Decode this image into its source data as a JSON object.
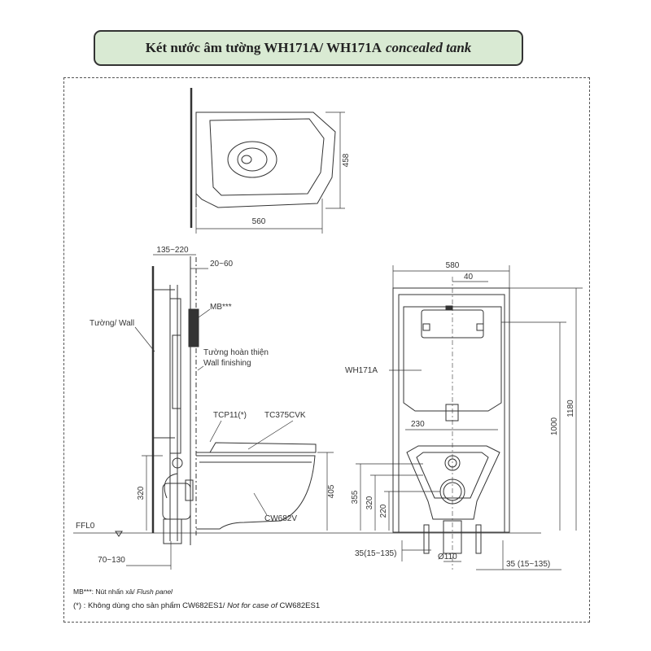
{
  "title": {
    "main": "Két nước âm tường WH171A/ WH171A",
    "italic": "concealed tank"
  },
  "dimensions": {
    "top_depth": "458",
    "top_width": "560",
    "side_range_top": "135~220",
    "side_gap": "20~60",
    "side_height_320": "320",
    "side_height_405": "405",
    "side_bottom": "70~130",
    "front_width": "580",
    "front_offset": "40",
    "front_230": "230",
    "front_1180": "1180",
    "front_1000": "1000",
    "front_355": "355",
    "front_320": "320",
    "front_220": "220",
    "front_bottom_left": "35(15~135)",
    "front_pipe": "Ø110",
    "front_bottom_right": "35 (15~135)"
  },
  "labels": {
    "mb": "MB***",
    "wall": "Tường/ Wall",
    "wall_finish_vn": "Tường hoàn thiện",
    "wall_finish_en": "Wall finishing",
    "tcp": "TCP11(*)",
    "tc": "TC375CVK",
    "cw": "CW682V",
    "ffl": "FFL0",
    "wh": "WH171A"
  },
  "footnotes": {
    "mb_note_vn": "MB***: Nút nhấn xả/",
    "mb_note_en": "Flush panel",
    "star_note_vn": "(*) : Không dùng cho sản phẩm CW682ES1/",
    "star_note_en": "Not for case of",
    "star_note_end": "CW682ES1"
  },
  "colors": {
    "title_bg": "#d9ead3",
    "line": "#333333"
  }
}
